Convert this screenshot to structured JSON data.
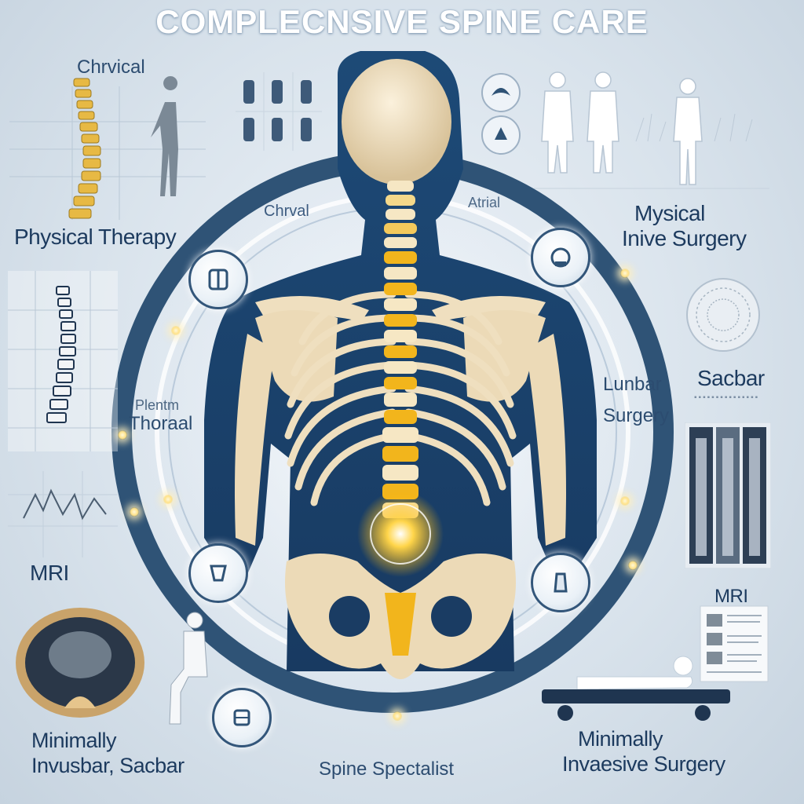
{
  "title": "COMPLECNSIVE SPINE CARE",
  "labels": {
    "chrvical_top": "Chrvical",
    "physical_therapy": "Physical Therapy",
    "mri_left": "MRI",
    "minimally_left_1": "Minimally",
    "minimally_left_2": "Invusbar, Sacbar",
    "spine_specialist": "Spine Spectalist",
    "minimally_right_1": "Minimally",
    "minimally_right_2": "Invaesive  Surgery",
    "mri_right": "MRI",
    "sacbar": "Sacbar",
    "mysical_1": "Mysical",
    "mysical_2": "Inive Surgery",
    "ring_chrval": "Chrval",
    "ring_arial": "Atrial",
    "ring_plentm": "Plentm",
    "ring_thoraal": "Thoraal",
    "ring_lunbar": "Lunbar",
    "ring_surgery": "Surgery"
  },
  "colors": {
    "ring": "#2f5376",
    "bone": "#ecdcbd",
    "spine_glow": "#f2b51c",
    "body": "#1e3f66"
  },
  "icons": [
    "spine-icon",
    "figure-icon",
    "doctor-icon",
    "scan-icon",
    "mri-icon",
    "bed-icon"
  ]
}
